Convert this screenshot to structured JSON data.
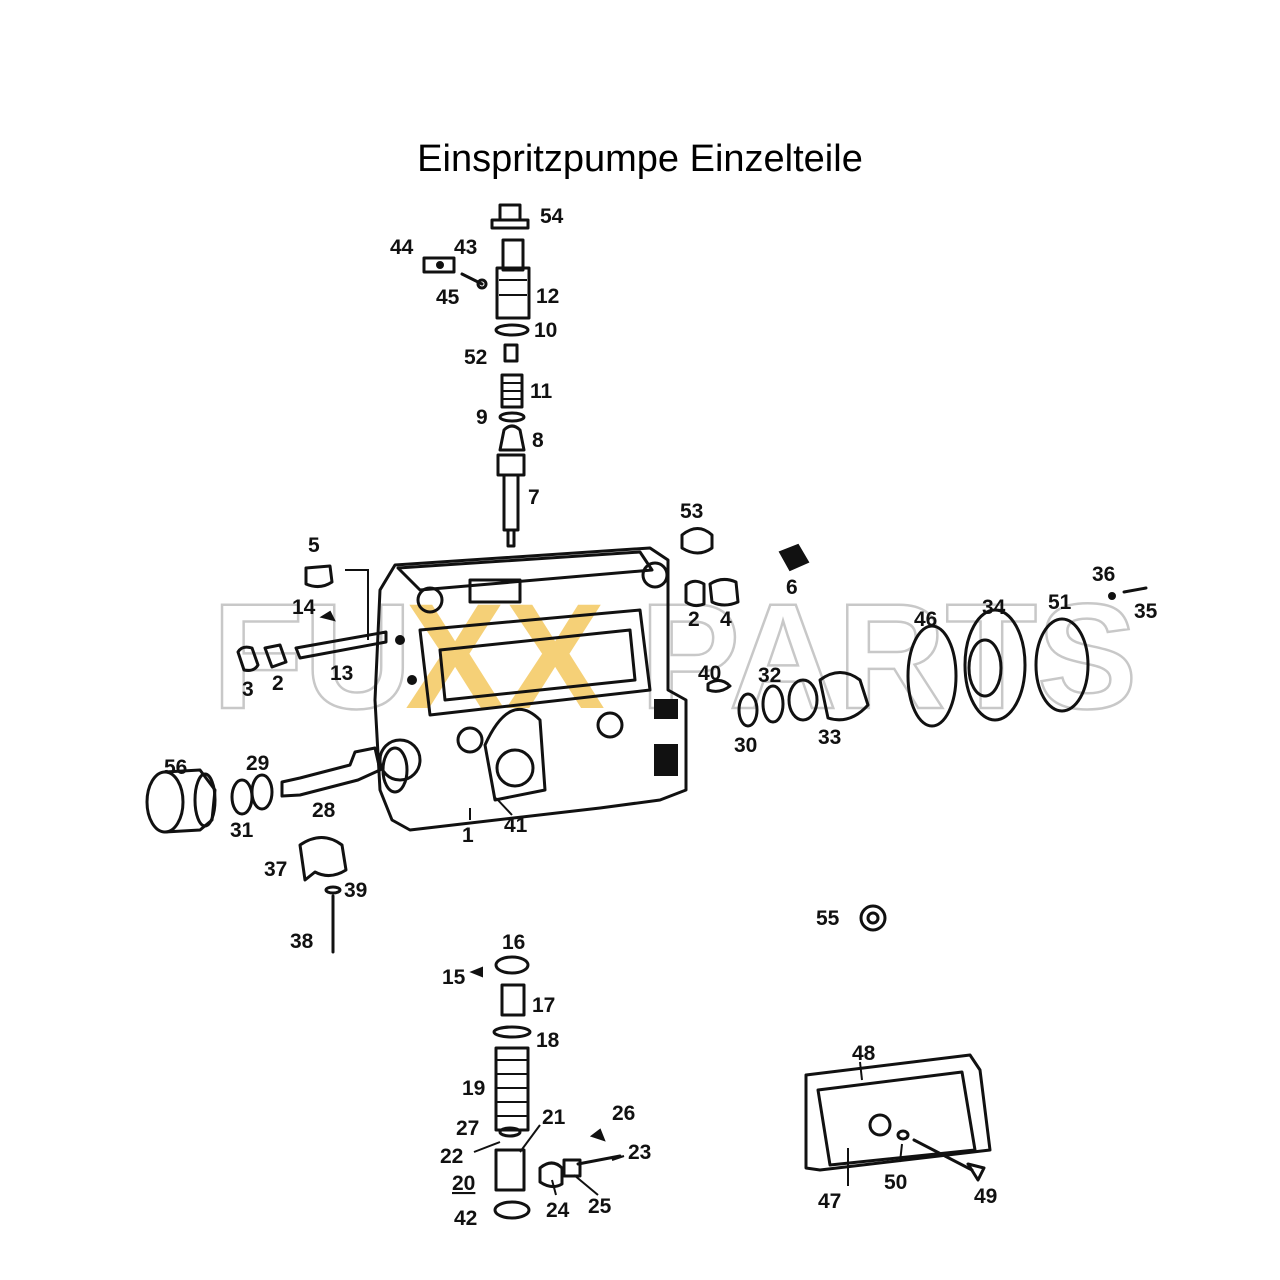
{
  "title": "Einspritzpumpe Einzelteile",
  "watermark": {
    "part1": "FU",
    "part2": "XX",
    "part3": "PARTS",
    "accent_color": "#f2c04a",
    "outline_color": "#c8c8c8"
  },
  "part_labels": [
    "1",
    "2",
    "2",
    "3",
    "4",
    "5",
    "6",
    "7",
    "8",
    "9",
    "10",
    "11",
    "12",
    "13",
    "14",
    "15",
    "16",
    "17",
    "18",
    "19",
    "20",
    "21",
    "22",
    "23",
    "24",
    "25",
    "26",
    "27",
    "28",
    "29",
    "30",
    "31",
    "32",
    "33",
    "34",
    "35",
    "36",
    "37",
    "38",
    "39",
    "40",
    "41",
    "42",
    "43",
    "44",
    "45",
    "46",
    "47",
    "48",
    "49",
    "50",
    "51",
    "52",
    "53",
    "54",
    "55",
    "56"
  ]
}
